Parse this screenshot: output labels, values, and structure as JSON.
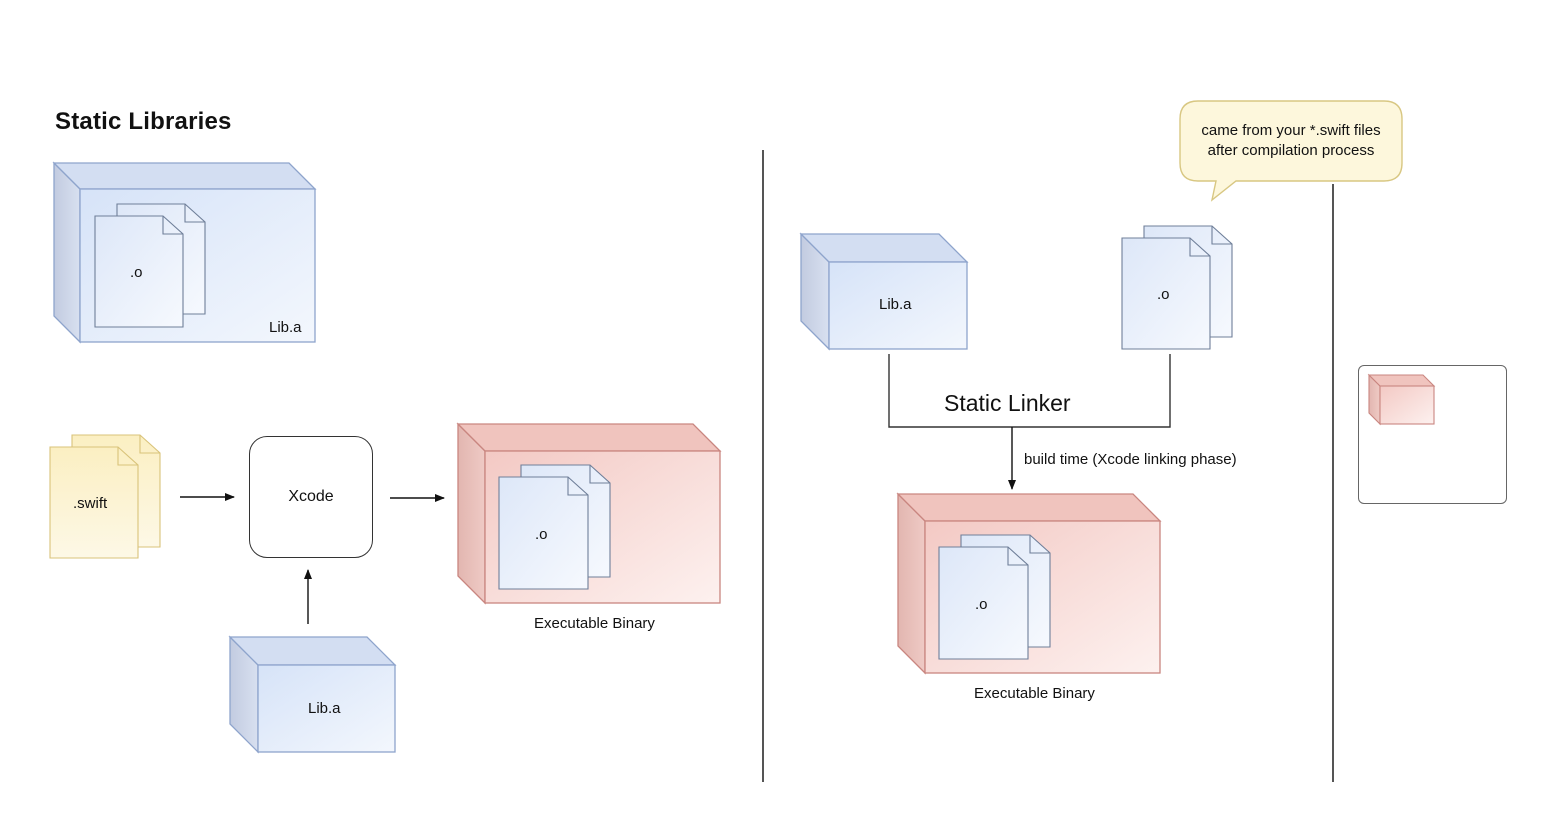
{
  "title": "Static Libraries",
  "labels": {
    "obj_file": ".o",
    "lib": "Lib.a",
    "swift": ".swift",
    "xcode": "Xcode",
    "executable": "Executable Binary",
    "static_linker": "Static Linker",
    "build_time": "build time (Xcode linking phase)"
  },
  "callout": {
    "line1": "came from your *.swift files",
    "line2": "after compilation process"
  },
  "colors": {
    "lib_fill": "#dde9fb",
    "lib_stroke": "#8ea4cc",
    "exec_fill": "#f6d6d2",
    "exec_stroke": "#c98680",
    "swift_fill": "#fcf3cf",
    "swift_stroke": "#d9c37a",
    "callout_fill": "#fdf7dc",
    "callout_stroke": "#d8c782"
  }
}
